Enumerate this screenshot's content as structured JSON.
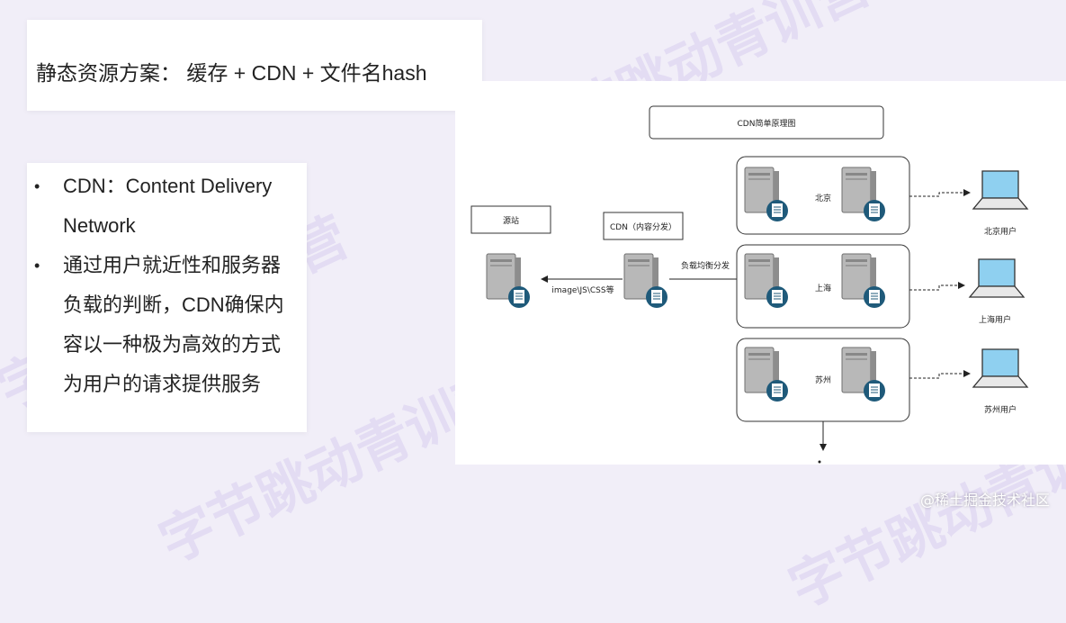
{
  "header": {
    "title": "静态资源方案： 缓存 + CDN + 文件名hash"
  },
  "bullets": [
    "CDN：Content Delivery Network",
    "通过用户就近性和服务器负载的判断，CDN确保内容以一种极为高效的方式为用户的请求提供服务"
  ],
  "diagram": {
    "title": "CDN简单原理图",
    "origin_label": "源站",
    "cdn_label": "CDN（内容分发）",
    "left_arrow_label": "image\\JS\\CSS等",
    "right_arrow_label": "负载均衡分发",
    "regions": [
      {
        "name": "北京",
        "user": "北京用户"
      },
      {
        "name": "上海",
        "user": "上海用户"
      },
      {
        "name": "苏州",
        "user": "苏州用户"
      }
    ]
  },
  "watermark": {
    "text": "字节跳动青训营"
  },
  "credit": {
    "text": "@稀土掘金技术社区"
  },
  "colors": {
    "background": "#f1eef8",
    "server_body": "#b8b8b8",
    "server_dark": "#7d7d7d",
    "doc_circle": "#1f5a7a",
    "laptop_screen": "#8fd0f0"
  }
}
